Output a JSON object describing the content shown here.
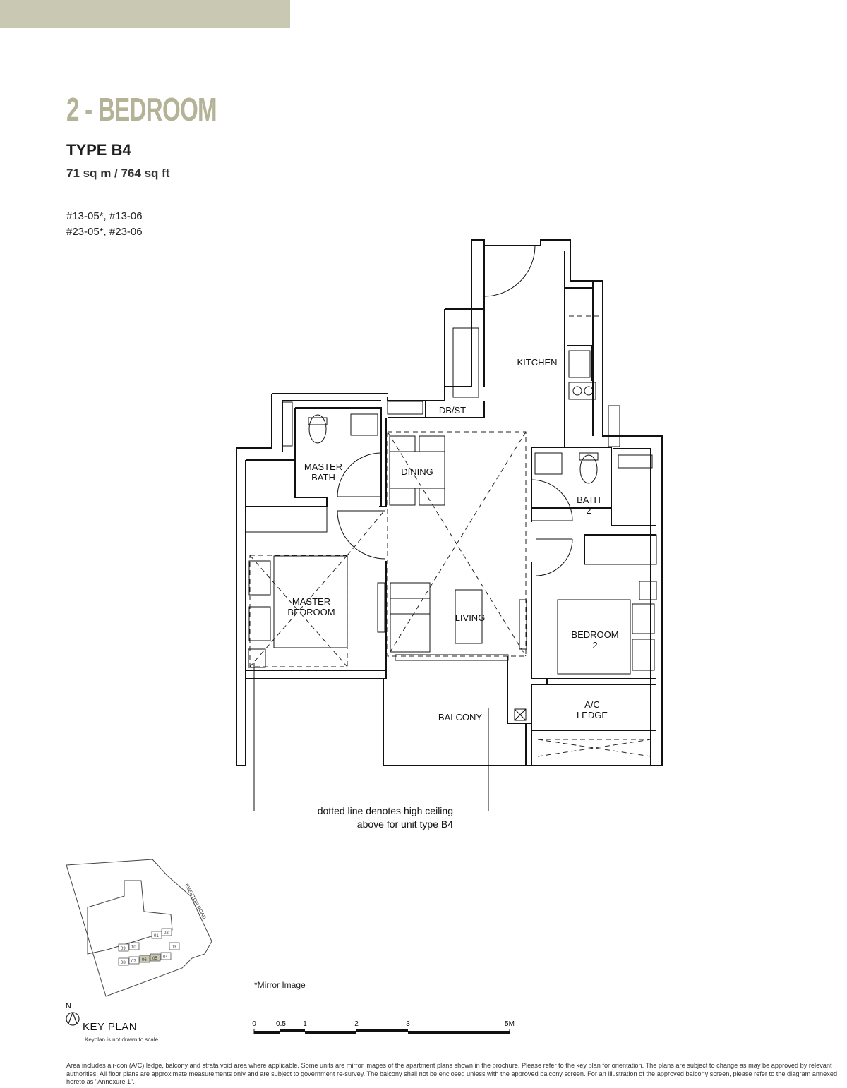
{
  "header": {
    "bar_color": "#c9c8b3",
    "title": "2 - BEDROOM",
    "type": "TYPE B4",
    "area": "71 sq m / 764 sq ft",
    "units": [
      "#13-05*, #13-06",
      "#23-05*, #23-06"
    ]
  },
  "plan": {
    "rooms": {
      "kitchen": "KITCHEN",
      "dbst": "DB/ST",
      "master_bath_1": "MASTER",
      "master_bath_2": "BATH",
      "dining": "DINING",
      "bath2_1": "BATH",
      "bath2_2": "2",
      "master_bedroom_1": "MASTER",
      "master_bedroom_2": "BEDROOM",
      "living": "LIVING",
      "bedroom2_1": "BEDROOM",
      "bedroom2_2": "2",
      "balcony": "BALCONY",
      "ac_ledge_1": "A/C",
      "ac_ledge_2": "LEDGE"
    },
    "note_line1": "dotted line denotes high ceiling",
    "note_line2": "above for unit type B4"
  },
  "mirror_note": "*Mirror Image",
  "key_plan": {
    "north": "N",
    "title": "KEY PLAN",
    "subtitle": "Keyplan is not drawn to scale",
    "road": "EVERTON ROAD",
    "unit_numbers": [
      "09",
      "10",
      "01",
      "02",
      "08",
      "07",
      "06",
      "05",
      "04",
      "03"
    ],
    "highlight_color": "#c9c8b3"
  },
  "scale_bar": {
    "labels": [
      "0",
      "0.5",
      "1",
      "2",
      "3",
      "5M"
    ]
  },
  "disclaimer": "Area includes air-con (A/C) ledge, balcony and strata void area where applicable. Some units are mirror images of the apartment plans shown in the brochure. Please refer to the key plan for orientation. The plans are subject to change as may be approved by relevant authorities. All floor plans are approximate measurements only and are subject to government re-survey. The balcony shall not be enclosed unless with the approved balcony screen. For an illustration of the approved balcony screen, please refer to the diagram annexed hereto as \"Annexure 1\"."
}
